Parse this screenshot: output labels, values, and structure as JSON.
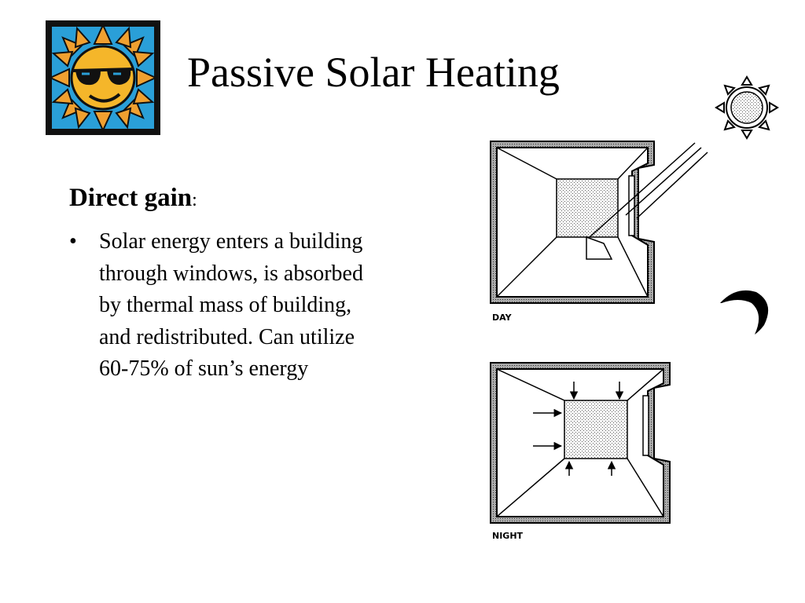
{
  "slide": {
    "title": "Passive Solar Heating",
    "section_heading": "Direct gain",
    "section_heading_suffix": ":",
    "bullets": [
      "Solar energy enters a building through windows, is absorbed by thermal mass of building, and redistributed. Can utilize 60-75% of sun’s energy"
    ],
    "bullet_symbol": "•"
  },
  "diagram": {
    "day_label": "DAY",
    "night_label": "NIGHT"
  },
  "icons": {
    "logo": "sun-with-sunglasses-icon",
    "sun": "sun-icon",
    "moon": "crescent-moon-icon"
  },
  "colors": {
    "logo_frame": "#111111",
    "logo_sky": "#2a9fd8",
    "logo_sun": "#f5b62a",
    "logo_petals": "#f0a030"
  }
}
